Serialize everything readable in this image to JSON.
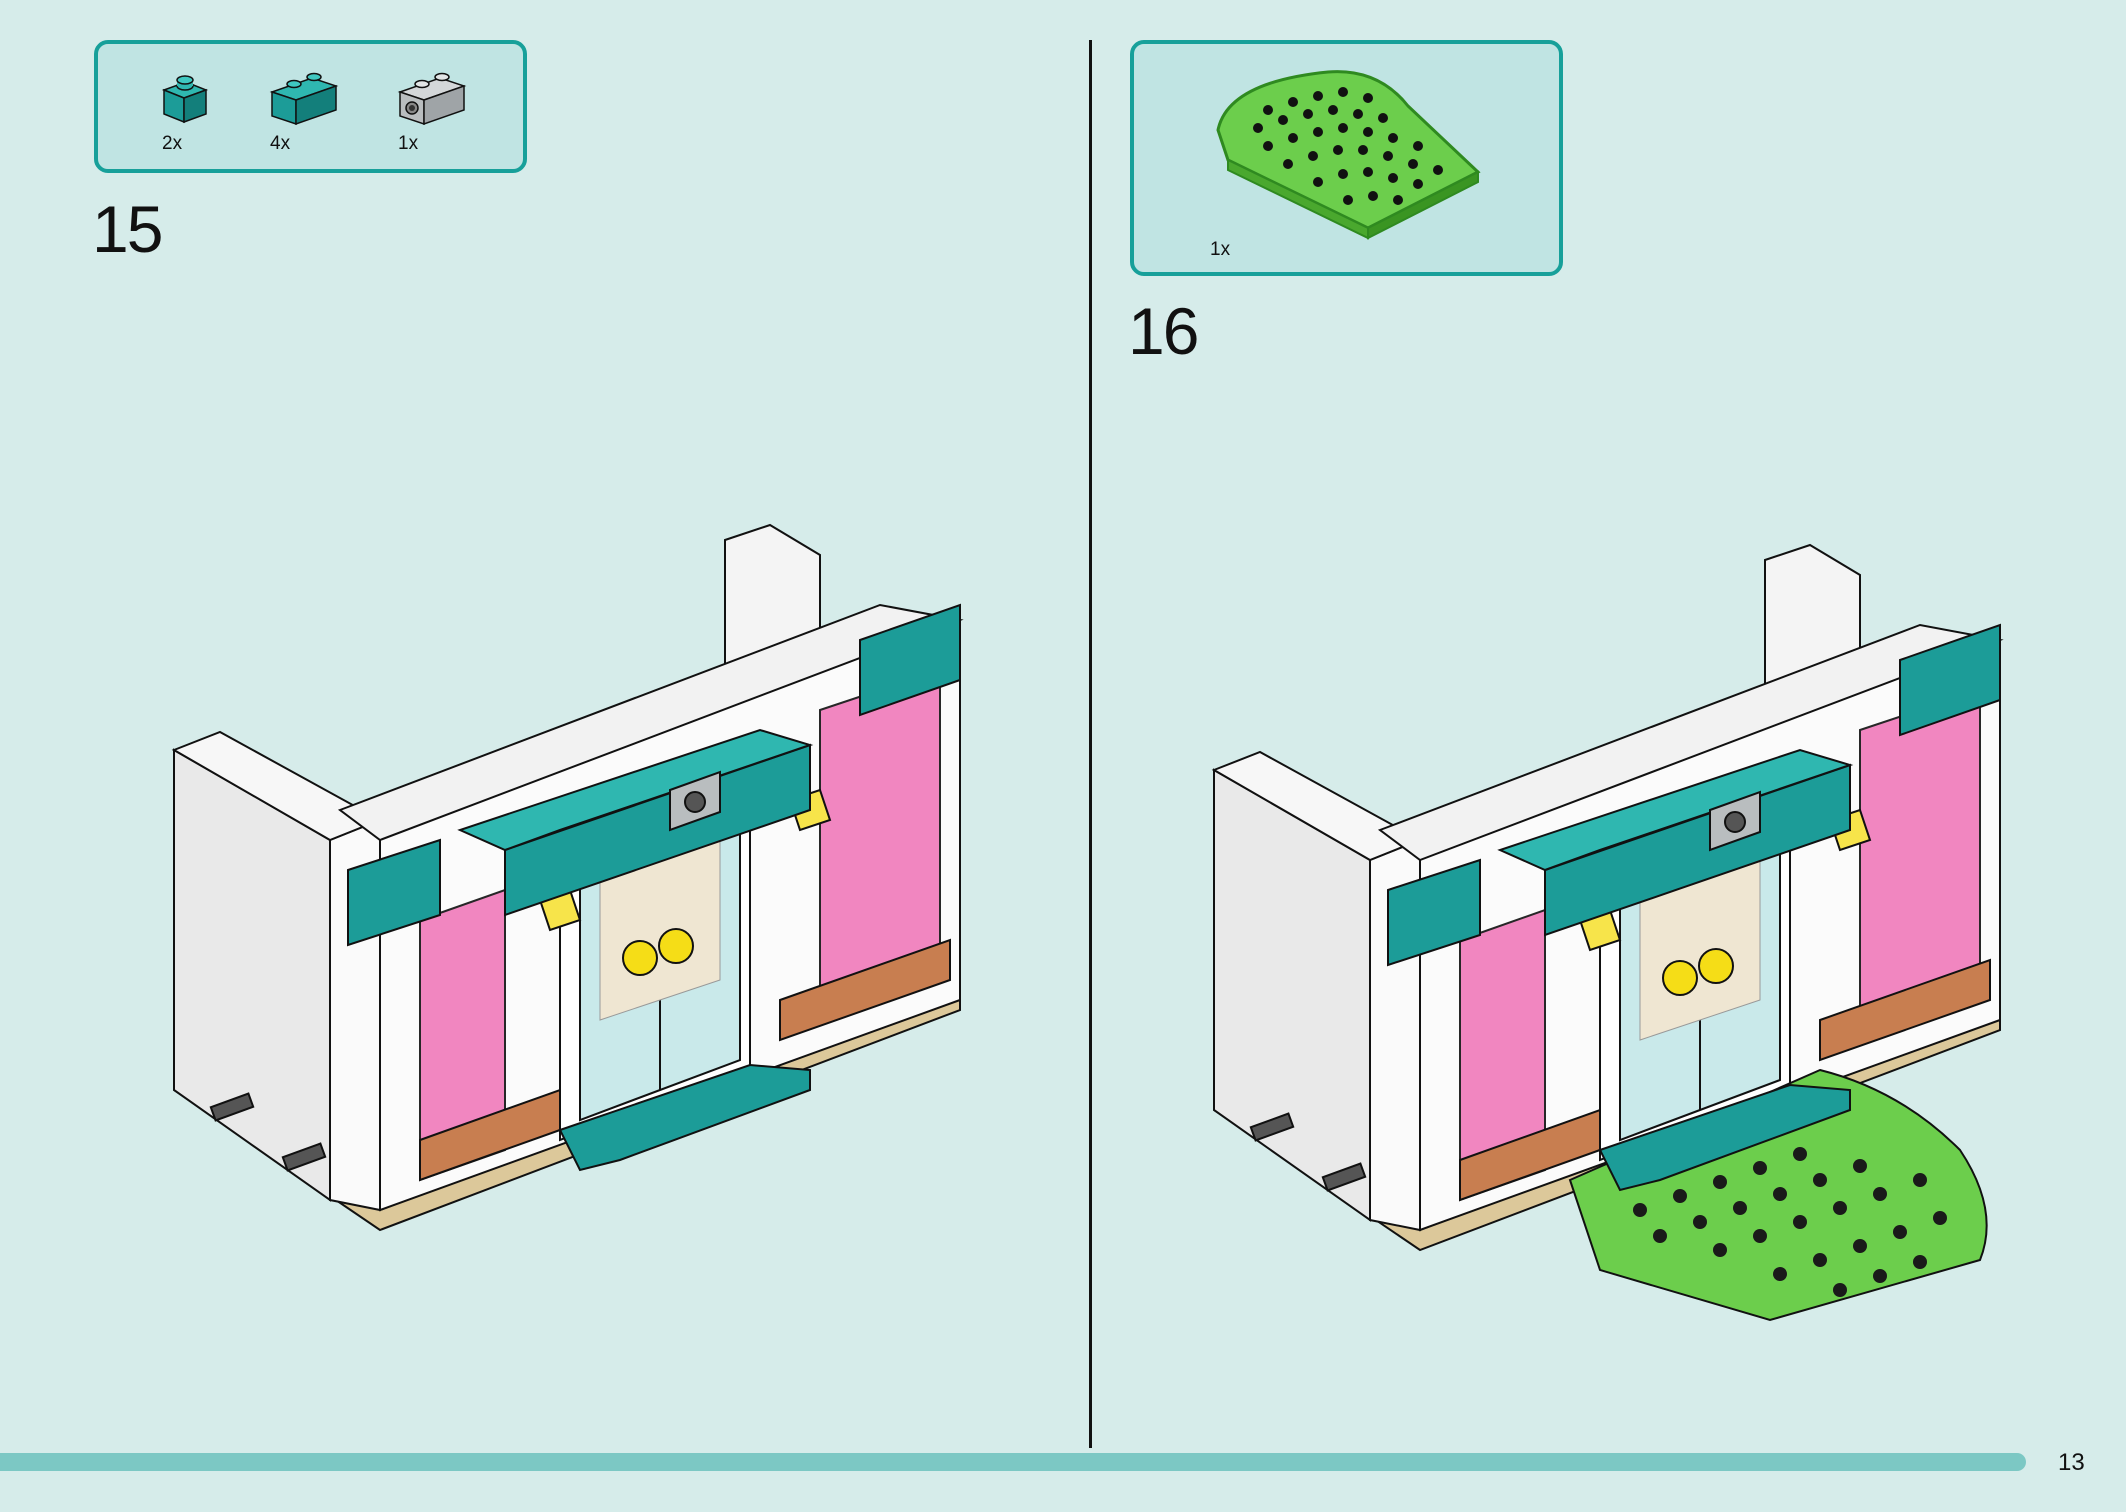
{
  "page_number": "13",
  "steps": [
    {
      "number": "15",
      "parts": [
        {
          "qty": "2x",
          "icon": "teal-1x1-brick-icon",
          "color": "#1c9c98"
        },
        {
          "qty": "4x",
          "icon": "teal-1x2-brick-icon",
          "color": "#1c9c98"
        },
        {
          "qty": "1x",
          "icon": "grey-1x2-technic-brick-icon",
          "color": "#b9bdbf"
        }
      ]
    },
    {
      "number": "16",
      "parts": [
        {
          "qty": "1x",
          "icon": "green-round-plate-icon",
          "color": "#6cce4c"
        }
      ]
    }
  ],
  "colors": {
    "background": "#d6ecea",
    "accent_teal": "#17a09a",
    "parts_box_fill": "#c0e4e3",
    "bottom_bar": "#7cc8c4",
    "pink_glass": "#f07aba",
    "green_plate": "#6cce4c",
    "brick_brown": "#c87e50"
  }
}
